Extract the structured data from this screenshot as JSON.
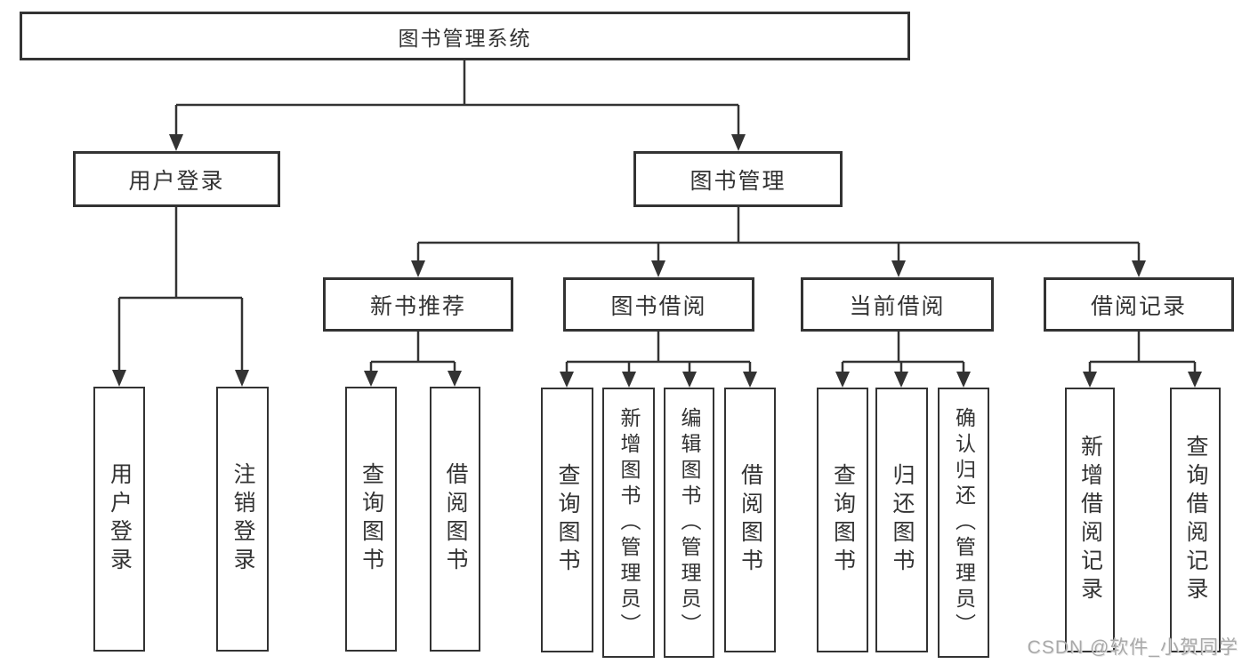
{
  "diagram": {
    "title": "图书管理系统",
    "branches": {
      "user_login": {
        "label": "用户登录",
        "children": [
          "用户登录",
          "注销登录"
        ]
      },
      "book_management": {
        "label": "图书管理",
        "modules": [
          {
            "label": "新书推荐",
            "children": [
              "查询图书",
              "借阅图书"
            ]
          },
          {
            "label": "图书借阅",
            "children": [
              "查询图书",
              "新增图书（管理员）",
              "编辑图书（管理员）",
              "借阅图书"
            ]
          },
          {
            "label": "当前借阅",
            "children": [
              "查询图书",
              "归还图书",
              "确认归还（管理员）"
            ]
          },
          {
            "label": "借阅记录",
            "children": [
              "新增借阅记录",
              "查询借阅记录"
            ]
          }
        ]
      }
    }
  },
  "watermark": {
    "text": "CSDN @软件_小贺同学"
  },
  "colors": {
    "line": "#333333",
    "border": "#333333",
    "text": "#333333",
    "watermark": "#a9a9a9",
    "background": "#ffffff"
  }
}
